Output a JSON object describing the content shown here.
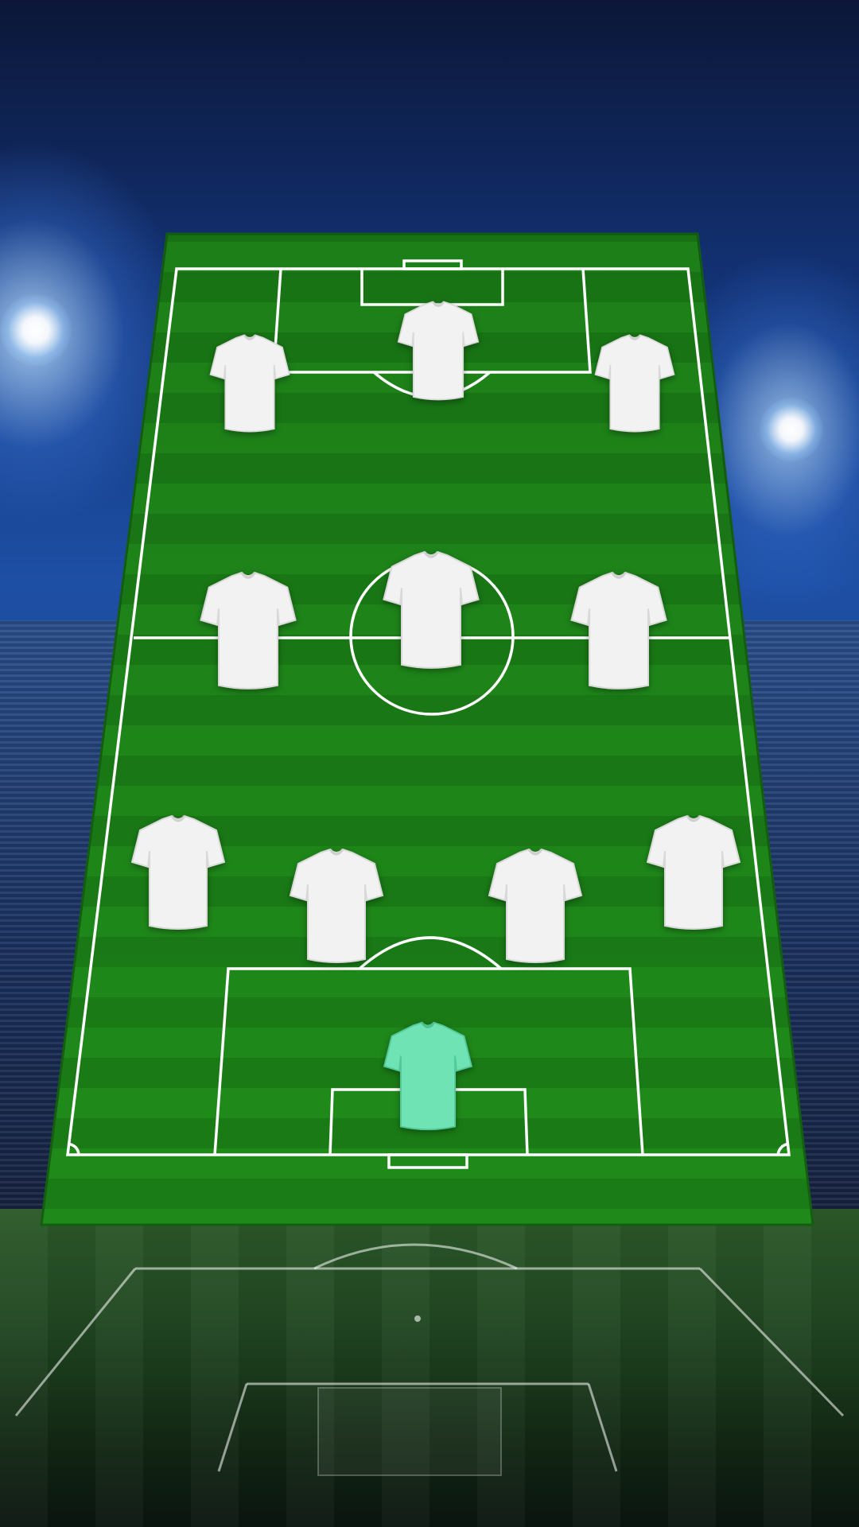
{
  "screen": {
    "name": "lineup-formation",
    "formation_rows": [
      3,
      3,
      4,
      1
    ]
  },
  "colors": {
    "pitch_green": "#1f8a1a",
    "pitch_green_dark": "#187515",
    "line_white": "#ffffff",
    "outfield_kit": "#f2f2f2",
    "goalkeeper_kit": "#6fe3b4",
    "backdrop_blue": "#1d4fa5"
  },
  "players": [
    {
      "id": "fw-left",
      "role": "forward",
      "kit": "outfield"
    },
    {
      "id": "fw-center",
      "role": "forward",
      "kit": "outfield"
    },
    {
      "id": "fw-right",
      "role": "forward",
      "kit": "outfield"
    },
    {
      "id": "mf-left",
      "role": "midfielder",
      "kit": "outfield"
    },
    {
      "id": "mf-center",
      "role": "midfielder",
      "kit": "outfield"
    },
    {
      "id": "mf-right",
      "role": "midfielder",
      "kit": "outfield"
    },
    {
      "id": "df-left",
      "role": "defender",
      "kit": "outfield"
    },
    {
      "id": "df-center-left",
      "role": "defender",
      "kit": "outfield"
    },
    {
      "id": "df-center-right",
      "role": "defender",
      "kit": "outfield"
    },
    {
      "id": "df-right",
      "role": "defender",
      "kit": "outfield"
    },
    {
      "id": "gk",
      "role": "goalkeeper",
      "kit": "goalkeeper"
    }
  ]
}
